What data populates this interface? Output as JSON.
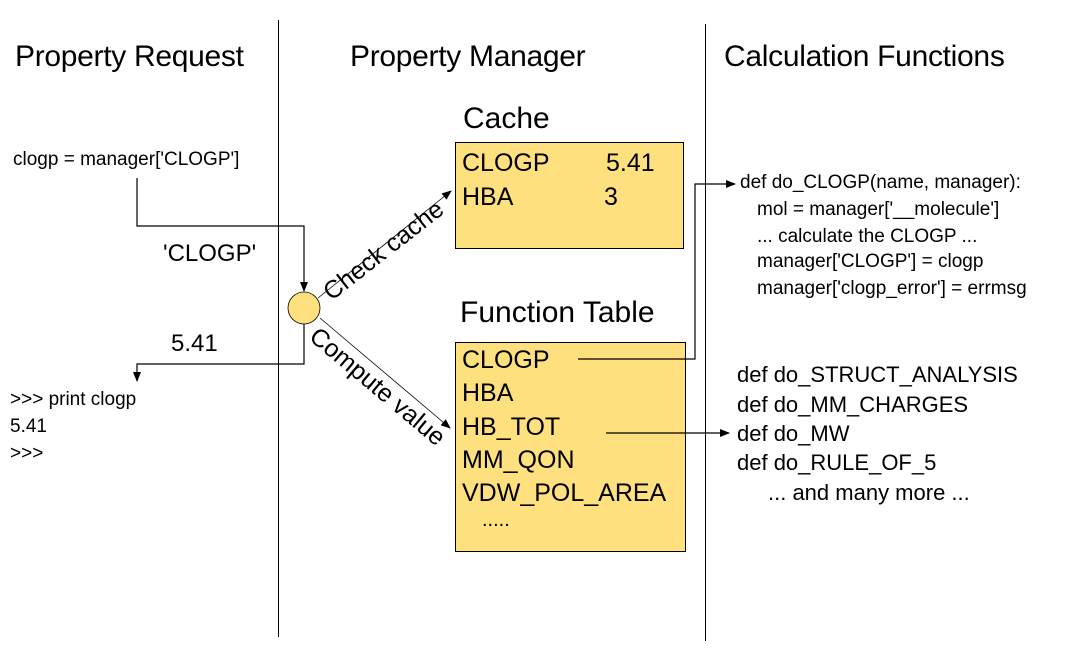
{
  "columns": {
    "request": "Property Request",
    "manager": "Property Manager",
    "functions": "Calculation Functions"
  },
  "request": {
    "code": "clogp = manager['CLOGP']",
    "key_label": "'CLOGP'",
    "return_label": "5.41",
    "console": [
      ">>> print clogp",
      "5.41",
      ">>>"
    ]
  },
  "flow": {
    "check_cache": "Check cache",
    "compute_value": "Compute value"
  },
  "cache": {
    "title": "Cache",
    "rows": [
      {
        "key": "CLOGP",
        "value": "5.41"
      },
      {
        "key": "HBA",
        "value": "3"
      }
    ]
  },
  "function_table": {
    "title": "Function Table",
    "rows": [
      "CLOGP",
      "HBA",
      "HB_TOT",
      "MM_QON",
      "VDW_POL_AREA",
      "....."
    ]
  },
  "calc_functions": {
    "clogp_def": [
      "def do_CLOGP(name, manager):",
      "mol = manager['__molecule']",
      "... calculate the CLOGP ...",
      "manager['CLOGP'] = clogp",
      "manager['clogp_error'] = errmsg"
    ],
    "other_defs": [
      "def do_STRUCT_ANALYSIS",
      "def do_MM_CHARGES",
      "def do_MW",
      "def do_RULE_OF_5"
    ],
    "more": "... and many more ..."
  },
  "colors": {
    "box_fill": "#ffe07f",
    "node_fill": "#ffe07f"
  }
}
